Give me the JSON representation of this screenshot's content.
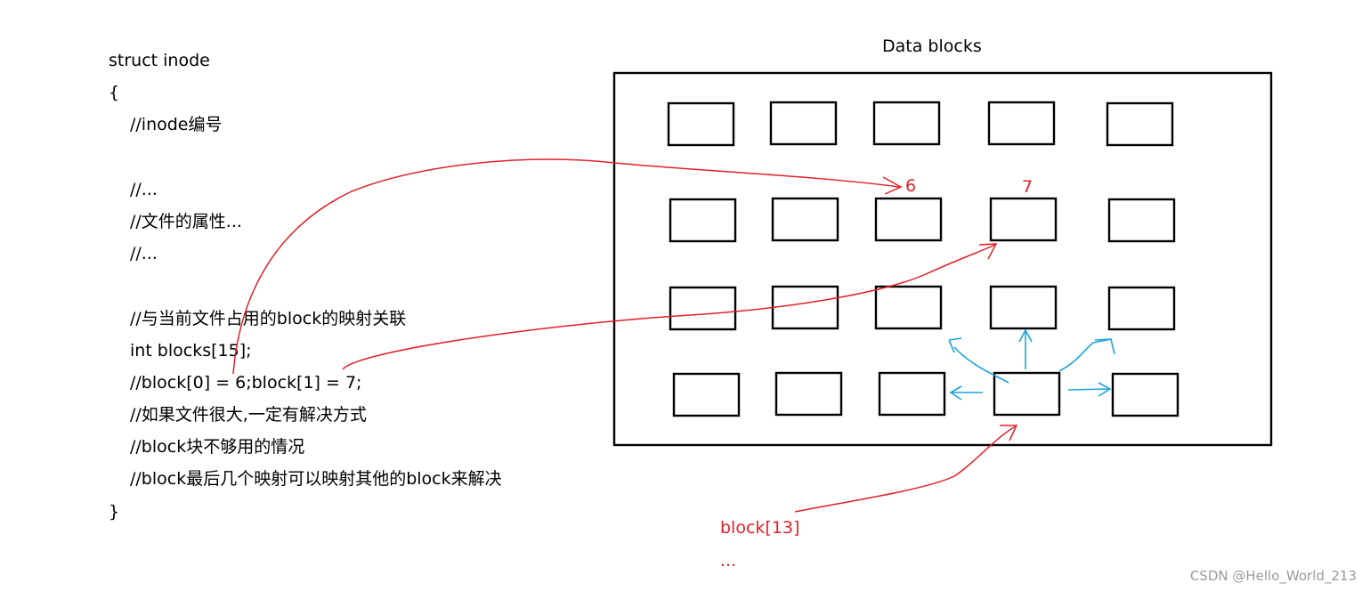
{
  "code": {
    "lines": [
      {
        "text": "struct inode",
        "indent": false
      },
      {
        "text": "{",
        "indent": false
      },
      {
        "text": "//inode编号",
        "indent": true
      },
      {
        "text": "",
        "indent": true
      },
      {
        "text": "//...",
        "indent": true
      },
      {
        "text": "//文件的属性...",
        "indent": true
      },
      {
        "text": "//...",
        "indent": true
      },
      {
        "text": "",
        "indent": true
      },
      {
        "text": "//与当前文件占用的block的映射关联",
        "indent": true
      },
      {
        "text": "int blocks[15];",
        "indent": true
      },
      {
        "text": "//block[0] = 6;block[1] = 7;",
        "indent": true
      },
      {
        "text": "//如果文件很大,一定有解决方式",
        "indent": true
      },
      {
        "text": "//block块不够用的情况",
        "indent": true
      },
      {
        "text": "//block最后几个映射可以映射其他的block来解决",
        "indent": true
      },
      {
        "text": "}",
        "indent": false
      }
    ]
  },
  "data_blocks": {
    "title": "Data blocks",
    "label_block6": "6",
    "label_block7": "7"
  },
  "annotation": {
    "block13_label": "block[13]",
    "ellipsis": "..."
  },
  "watermark": "CSDN @Hello_World_213",
  "colors": {
    "red_annotation": "#e0202a",
    "blue_arrows": "#1aa3dc"
  }
}
